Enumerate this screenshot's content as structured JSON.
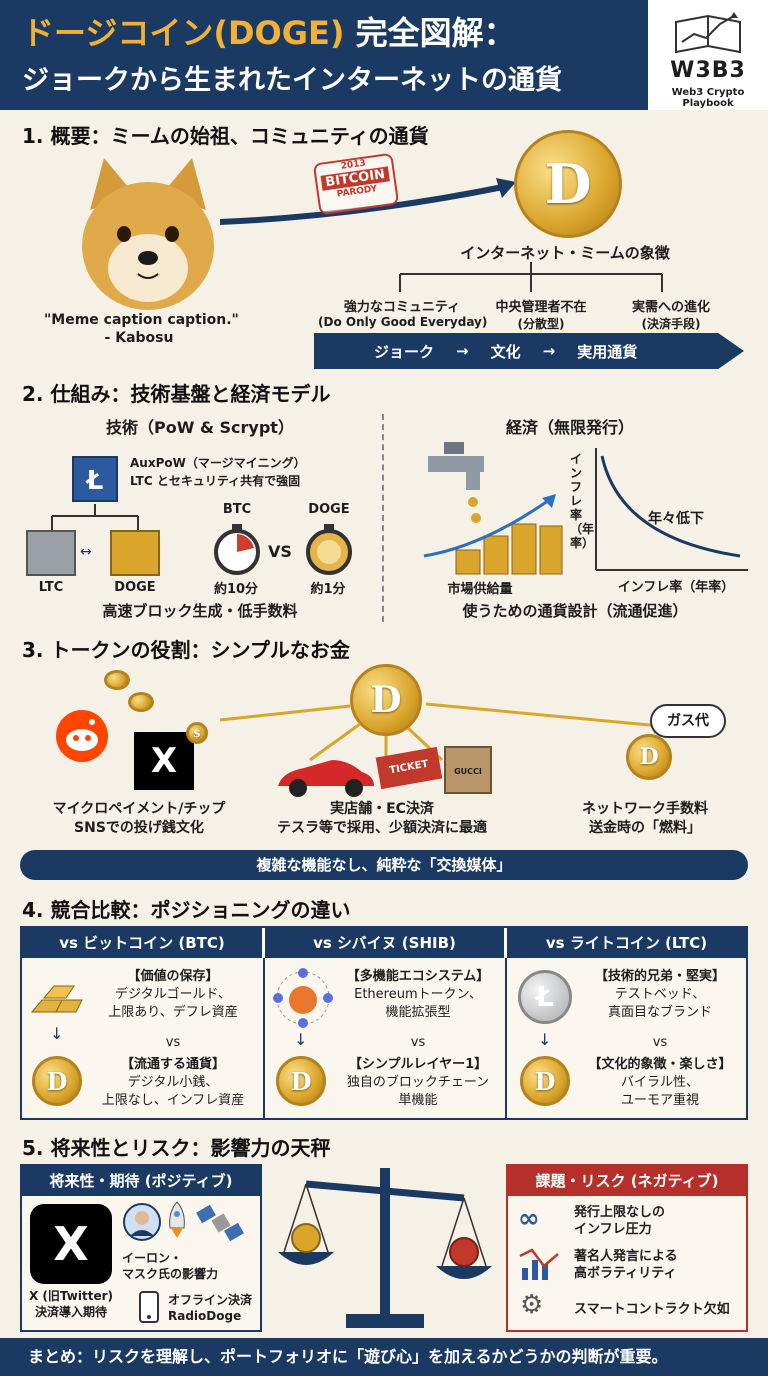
{
  "header": {
    "title_line1_gold": "ドージコイン(DOGE)",
    "title_line1_white": "完全図解：",
    "title_line2": "ジョークから生まれたインターネットの通貨",
    "logo_mark": "W3B3",
    "logo_caption": "Web3 Crypto Playbook"
  },
  "s1": {
    "heading": "1. 概要：ミームの始祖、コミュニティの通貨",
    "stamp_year": "2013",
    "stamp_main": "BITCOIN",
    "stamp_sub": "PARODY",
    "quote": "\"Meme caption caption.\"",
    "quote_author": "- Kabosu",
    "symbol": "インターネット・ミームの象徴",
    "branches": [
      {
        "title": "強力なコミュニティ",
        "sub": "(Do Only Good Everyday)"
      },
      {
        "title": "中央管理者不在",
        "sub": "(分散型)"
      },
      {
        "title": "実需への進化",
        "sub": "(決済手段)"
      }
    ],
    "flow": [
      "ジョーク",
      "→",
      "文化",
      "→",
      "実用通貨"
    ]
  },
  "s2": {
    "heading": "2. 仕組み：技術基盤と経済モデル",
    "tech_title": "技術（PoW & Scrypt）",
    "auxpow_line1": "AuxPoW（マージマイニング）",
    "auxpow_line2": "LTC とセキュリティ共有で強固",
    "ltc_label": "LTC",
    "doge_label": "DOGE",
    "btc_label": "BTC",
    "doge_label2": "DOGE",
    "vs": "VS",
    "btc_time": "約10分",
    "doge_time": "約1分",
    "tech_caption": "高速ブロック生成・低手数料",
    "econ_title": "経済（無限発行）",
    "supply_label": "市場供給量",
    "yaxis": "インフレ率（年率）",
    "xaxis": "インフレ率（年率）",
    "curve_label": "年々低下",
    "econ_caption": "使うための通貨設計（流通促進）"
  },
  "s3": {
    "heading": "3. トークンの役割：シンプルなお金",
    "gas": "ガス代",
    "ticket": "TICKET",
    "bag": "GUCCI",
    "roles": [
      {
        "title": "マイクロペイメント/チップ",
        "sub": "SNSでの投げ銭文化"
      },
      {
        "title": "実店舗・EC決済",
        "sub": "テスラ等で採用、少額決済に最適"
      },
      {
        "title": "ネットワーク手数料",
        "sub": "送金時の「燃料」"
      }
    ],
    "banner": "複雑な機能なし、純粋な「交換媒体」"
  },
  "s4": {
    "heading": "4. 競合比較：ポジショニングの違い",
    "columns": [
      {
        "head": "vs ビットコイン (BTC)",
        "top_title": "【価値の保存】",
        "top_l1": "デジタルゴールド、",
        "top_l2": "上限あり、デフレ資産",
        "vs": "vs",
        "bot_title": "【流通する通貨】",
        "bot_l1": "デジタル小銭、",
        "bot_l2": "上限なし、インフレ資産"
      },
      {
        "head": "vs シバイヌ (SHIB)",
        "top_title": "【多機能エコシステム】",
        "top_l1": "Ethereumトークン、",
        "top_l2": "機能拡張型",
        "vs": "vs",
        "bot_title": "【シンプルレイヤー1】",
        "bot_l1": "独自のブロックチェーン",
        "bot_l2": "単機能"
      },
      {
        "head": "vs ライトコイン (LTC)",
        "top_title": "【技術的兄弟・堅実】",
        "top_l1": "テストベッド、",
        "top_l2": "真面目なブランド",
        "vs": "vs",
        "bot_title": "【文化的象徴・楽しさ】",
        "bot_l1": "バイラル性、",
        "bot_l2": "ユーモア重視"
      }
    ]
  },
  "s5": {
    "heading": "5. 将来性とリスク：影響力の天秤",
    "pos_head": "将来性・期待 (ポジティブ)",
    "x_label1": "X (旧Twitter)",
    "x_label2": "決済導入期待",
    "musk1": "イーロン・",
    "musk2": "マスク氏の影響力",
    "offline1": "オフライン決済",
    "offline2": "RadioDoge",
    "neg_head": "課題・リスク (ネガティブ)",
    "risk1a": "発行上限なしの",
    "risk1b": "インフレ圧力",
    "risk2a": "著名人発言による",
    "risk2b": "高ボラティリティ",
    "risk3": "スマートコントラクト欠如"
  },
  "footer": "まとめ：リスクを理解し、ポートフォリオに「遊び心」を加えるかどうかの判断が重要。"
}
